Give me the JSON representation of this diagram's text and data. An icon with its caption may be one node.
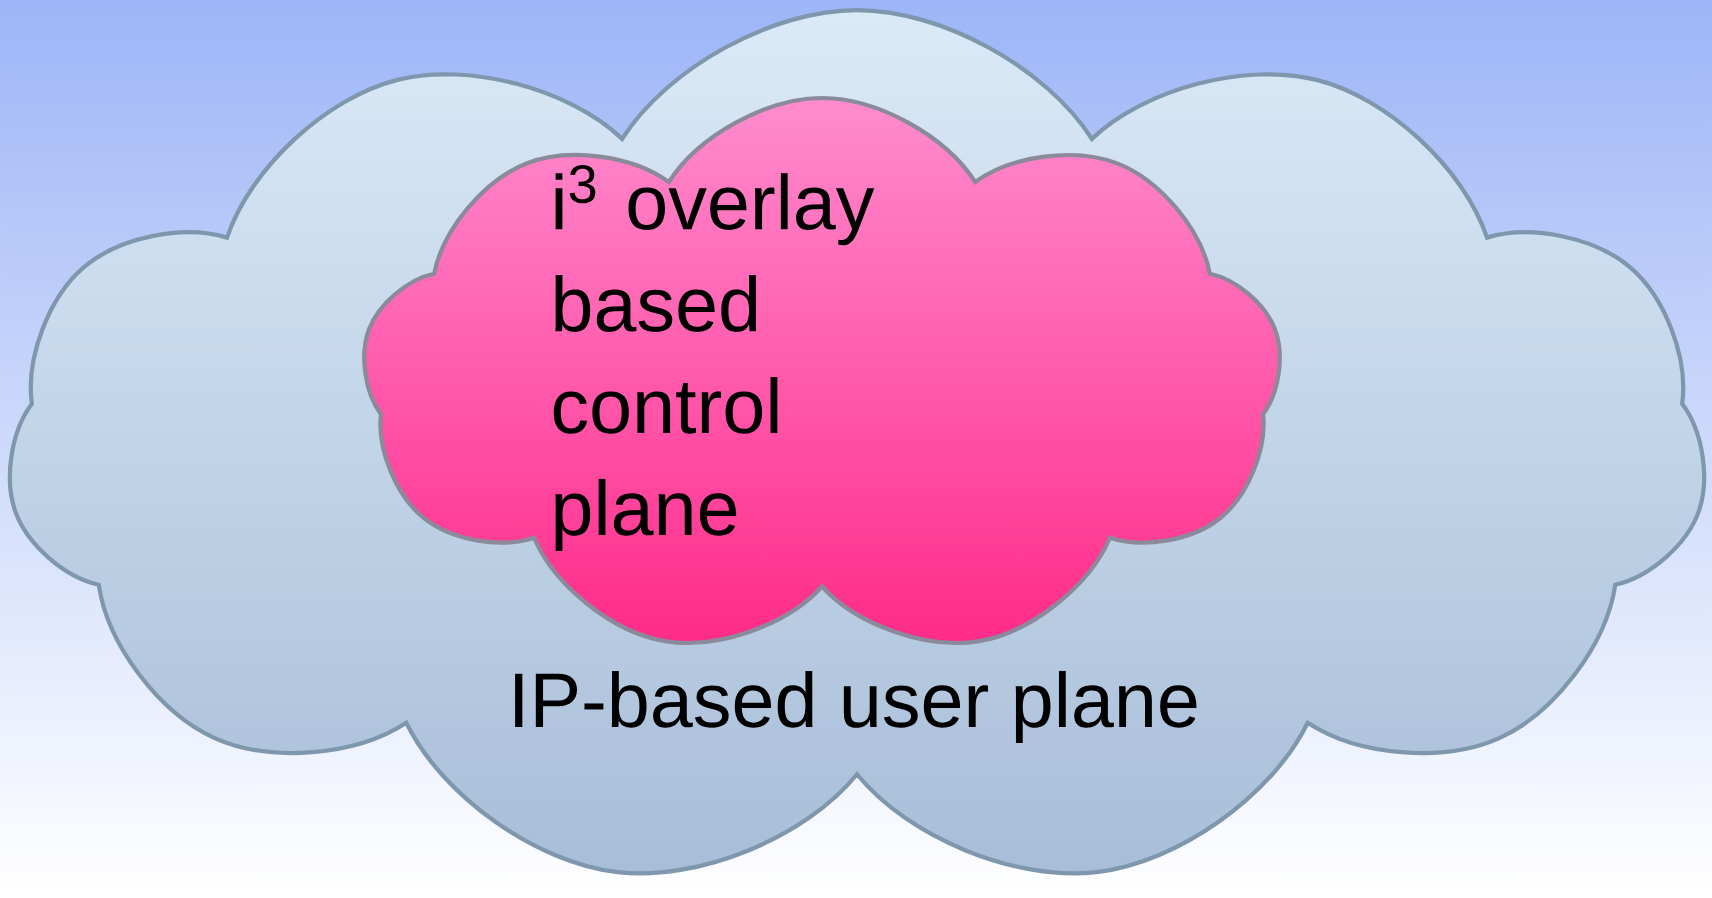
{
  "diagram": {
    "nodes": [
      {
        "text": [
          "IP-based user plane"
        ]
      },
      {
        "text": [
          "i$^{3}$ overlay based control plane"
        ],
        "in": 0
      }
    ]
  }
}
